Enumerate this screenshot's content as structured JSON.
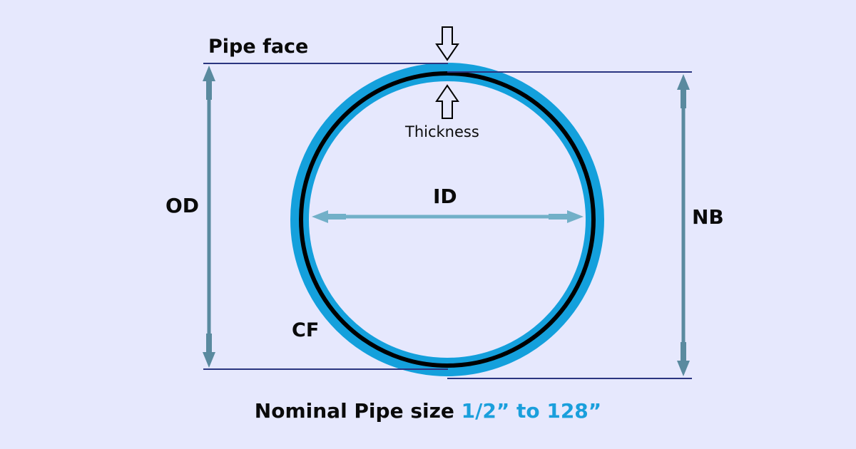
{
  "labels": {
    "pipe_face": "Pipe face",
    "thickness": "Thickness",
    "id": "ID",
    "od": "OD",
    "nb": "NB",
    "cf": "CF"
  },
  "footer": {
    "prefix": "Nominal Pipe size ",
    "range": "1/2” to 128”"
  },
  "colors": {
    "background": "#e6e8fd",
    "pipe_wall": "#14a0dc",
    "pipe_line": "#000000",
    "reference_lines": "#2a3580",
    "dimension_arrows": "#5a8a9f",
    "id_arrow": "#72b0c8",
    "footer_accent": "#1a9fdc"
  }
}
